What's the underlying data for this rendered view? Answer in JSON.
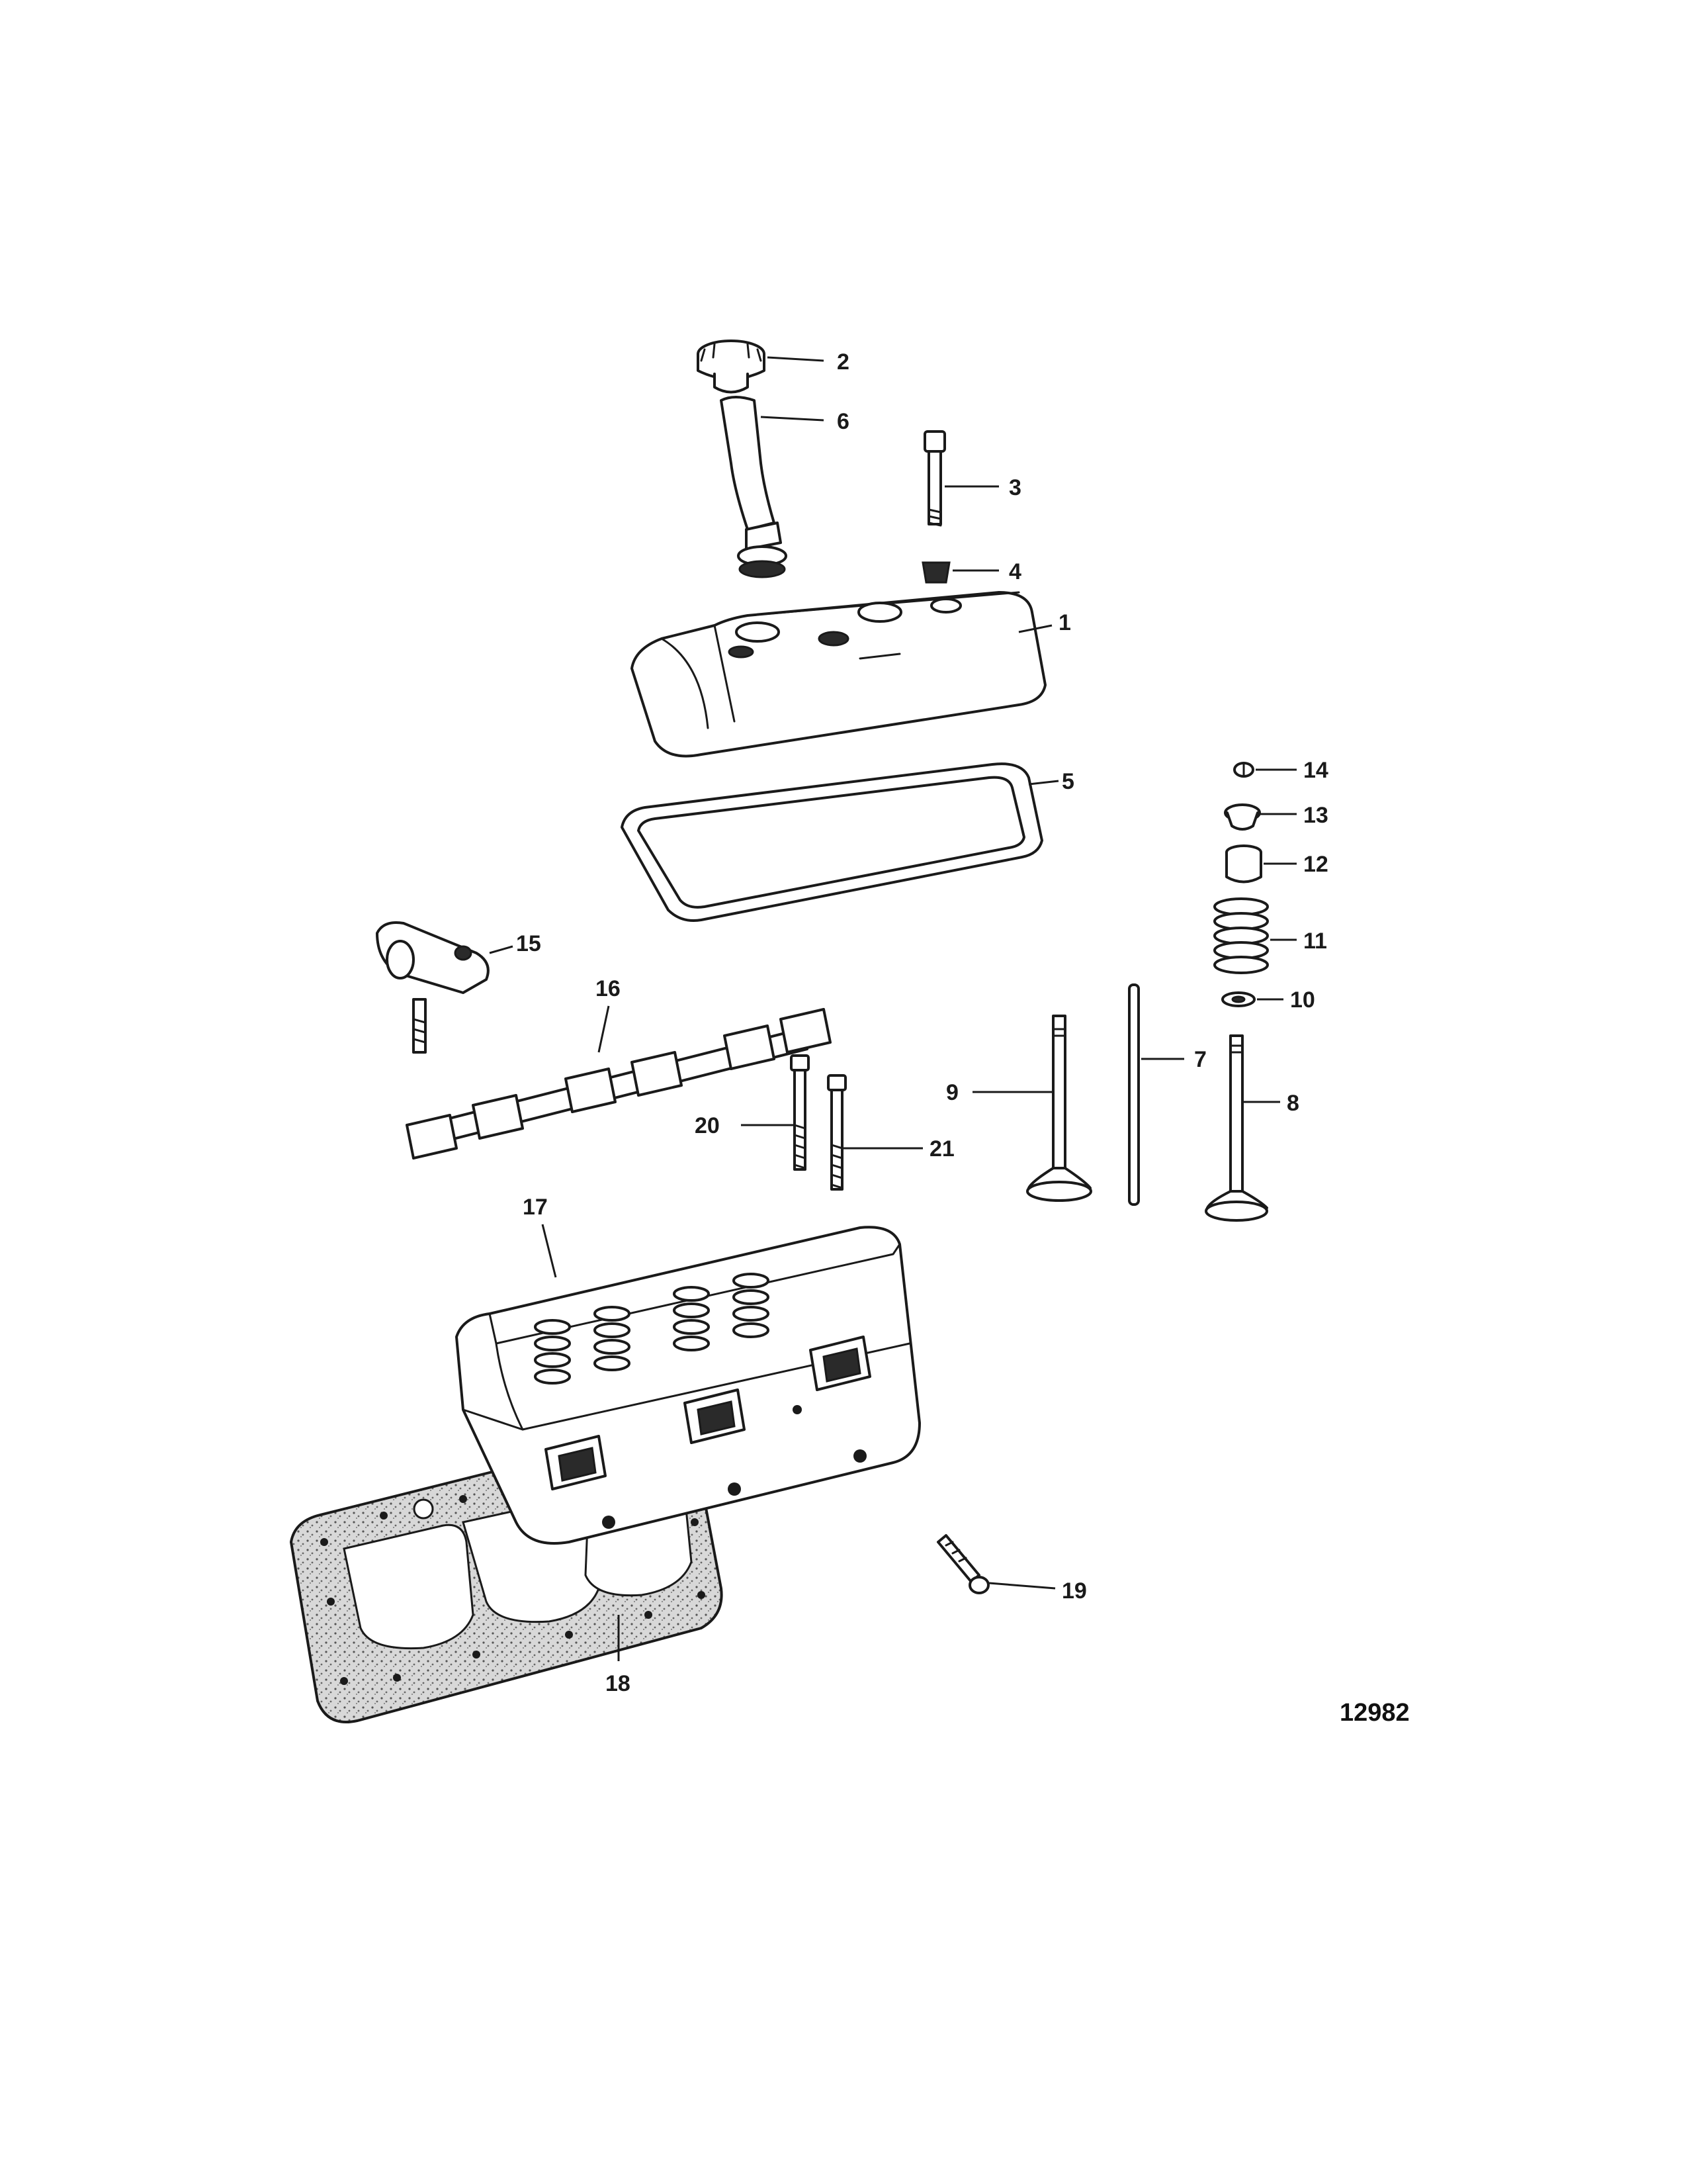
{
  "figure_id": "12982",
  "callouts": [
    {
      "id": "1",
      "label": "1"
    },
    {
      "id": "2",
      "label": "2"
    },
    {
      "id": "3",
      "label": "3"
    },
    {
      "id": "4",
      "label": "4"
    },
    {
      "id": "5",
      "label": "5"
    },
    {
      "id": "6",
      "label": "6"
    },
    {
      "id": "7",
      "label": "7"
    },
    {
      "id": "8",
      "label": "8"
    },
    {
      "id": "9",
      "label": "9"
    },
    {
      "id": "10",
      "label": "10"
    },
    {
      "id": "11",
      "label": "11"
    },
    {
      "id": "12",
      "label": "12"
    },
    {
      "id": "13",
      "label": "13"
    },
    {
      "id": "14",
      "label": "14"
    },
    {
      "id": "15",
      "label": "15"
    },
    {
      "id": "16",
      "label": "16"
    },
    {
      "id": "17",
      "label": "17"
    },
    {
      "id": "18",
      "label": "18"
    },
    {
      "id": "19",
      "label": "19"
    },
    {
      "id": "20",
      "label": "20"
    },
    {
      "id": "21",
      "label": "21"
    }
  ]
}
